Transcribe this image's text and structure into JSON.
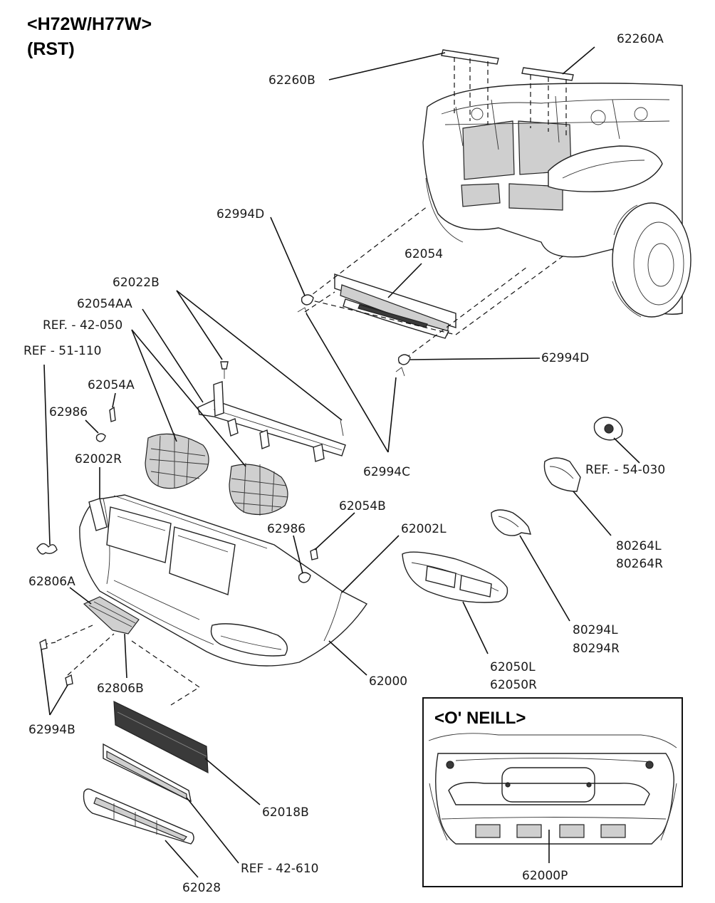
{
  "header": {
    "model": "<H72W/H77W>",
    "variant": "(RST)"
  },
  "inset": {
    "title": "<O' NEILL>",
    "part": "62000P"
  },
  "labels": {
    "p62260A": "62260A",
    "p62260B": "62260B",
    "p62994D_top": "62994D",
    "p62054": "62054",
    "p62022B": "62022B",
    "p62054AA": "62054AA",
    "ref42050": "REF. - 42-050",
    "ref51110": "REF - 51-110",
    "p62994D_right": "62994D",
    "p62054A": "62054A",
    "p62986_left": "62986",
    "p62002R": "62002R",
    "p62994C": "62994C",
    "ref54030": "REF. - 54-030",
    "p62054B": "62054B",
    "p62986_mid": "62986",
    "p62002L": "62002L",
    "p80264L": "80264L",
    "p80264R": "80264R",
    "p62806A": "62806A",
    "p80294L": "80294L",
    "p80294R": "80294R",
    "p62050L": "62050L",
    "p62050R": "62050R",
    "p62806B": "62806B",
    "p62000": "62000",
    "p62994B": "62994B",
    "p62018B": "62018B",
    "ref42610": "REF - 42-610",
    "p62028": "62028"
  }
}
